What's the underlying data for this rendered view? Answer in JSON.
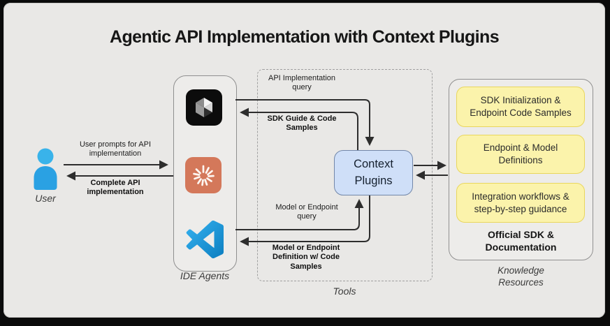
{
  "title": "Agentic API Implementation with Context Plugins",
  "user": {
    "caption": "User"
  },
  "flows": {
    "user_prompt": "User prompts for API implementation",
    "complete_impl": "Complete API implementation",
    "api_query": "API Implementation query",
    "sdk_guide": "SDK Guide & Code Samples",
    "model_query": "Model or Endpoint query",
    "model_def": "Model or Endpoint Definition w/ Code Samples"
  },
  "ide_agents": {
    "caption": "IDE Agents",
    "icons": [
      {
        "name": "cursor-icon"
      },
      {
        "name": "claude-icon"
      },
      {
        "name": "vscode-icon"
      }
    ]
  },
  "tools": {
    "caption": "Tools",
    "context_plugins": "Context Plugins"
  },
  "knowledge": {
    "caption": "Knowledge Resources",
    "panel_title": "Official SDK & Documentation",
    "items": [
      "SDK Initialization & Endpoint Code Samples",
      "Endpoint & Model Definitions",
      "Integration workflows & step-by-step guidance"
    ]
  },
  "colors": {
    "canvas": "#e9e8e6",
    "frame": "#0b0b0b",
    "arrow": "#2d2d2d",
    "context_fill": "#cfdff8",
    "context_border": "#7287a9",
    "note_fill": "#fbf3ab",
    "note_border": "#e9d65c",
    "claude_orange": "#d4785a",
    "vscode_blue": "#1499d8",
    "user_blue": "#2fa8e1"
  }
}
